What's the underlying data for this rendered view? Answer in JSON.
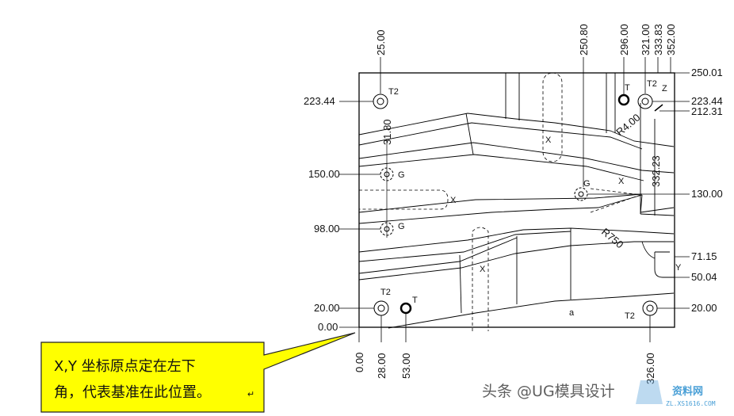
{
  "dimensions": {
    "top": [
      "25.00",
      "250.80",
      "296.00",
      "321.00",
      "333.83",
      "352.00"
    ],
    "left": [
      "223.44",
      "150.00",
      "98.00",
      "20.00",
      "0.00"
    ],
    "right": [
      "250.01",
      "223.44",
      "212.31",
      "130.00",
      "71.15",
      "50.04",
      "20.00"
    ],
    "bottom": [
      "0.00",
      "28.00",
      "53.00",
      "326.00"
    ],
    "inner": [
      "31.80",
      "332.23"
    ],
    "radius": [
      "R4.00",
      "R750"
    ]
  },
  "labels": {
    "t2": "T2",
    "t": "T",
    "g": "G",
    "x": "X",
    "y": "Y",
    "z": "Z",
    "a": "a"
  },
  "callout": {
    "line1": "X,Y  坐标原点定在左下",
    "line2": "角，代表基准在此位置。",
    "mark": "↵",
    "fill": "#ffff00"
  },
  "watermark": {
    "text": "头条 @UG模具设计",
    "site": "资料网",
    "site_url": "ZL.XS1616.COM"
  }
}
